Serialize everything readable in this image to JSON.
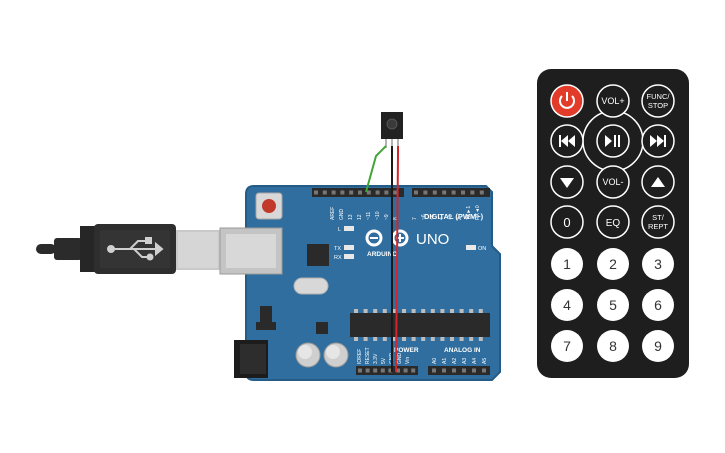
{
  "colors": {
    "board": "#2f6e9e",
    "board_edge": "#245c86",
    "remote_body": "#1e1e1e",
    "power_button": "#e23b2a",
    "wire_green": "#3fa535",
    "wire_red": "#d6252a",
    "wire_black": "#1a1a1a"
  },
  "board": {
    "brand": "ARDUINO",
    "model": "UNO",
    "digital_label": "DIGITAL (PWM~)",
    "power_label": "POWER",
    "analog_label": "ANALOG IN",
    "led_l": "L",
    "led_tx": "TX",
    "led_rx": "RX",
    "led_on": "ON",
    "top_pins": [
      "AREF",
      "GND",
      "13",
      "12",
      "~11",
      "~10",
      "~9",
      "8",
      "7",
      "~6",
      "~5",
      "4",
      "~3",
      "2",
      "TX►1",
      "RX◄0"
    ],
    "power_pins": [
      "IOREF",
      "RESET",
      "3.3V",
      "5V",
      "GND",
      "GND",
      "Vin"
    ],
    "analog_pins": [
      "A0",
      "A1",
      "A2",
      "A3",
      "A4",
      "A5"
    ]
  },
  "remote": {
    "power_icon": "power-icon",
    "vol_up": "VOL+",
    "func_stop_line1": "FUNC/",
    "func_stop_line2": "STOP",
    "rewind_icon": "rewind-icon",
    "play_pause_icon": "play-pause-icon",
    "fast_forward_icon": "fast-forward-icon",
    "down_icon": "triangle-down-icon",
    "vol_down": "VOL-",
    "up_icon": "triangle-up-icon",
    "zero": "0",
    "eq": "EQ",
    "st_rept_line1": "ST/",
    "st_rept_line2": "REPT",
    "digits": [
      "1",
      "2",
      "3",
      "4",
      "5",
      "6",
      "7",
      "8",
      "9"
    ]
  }
}
